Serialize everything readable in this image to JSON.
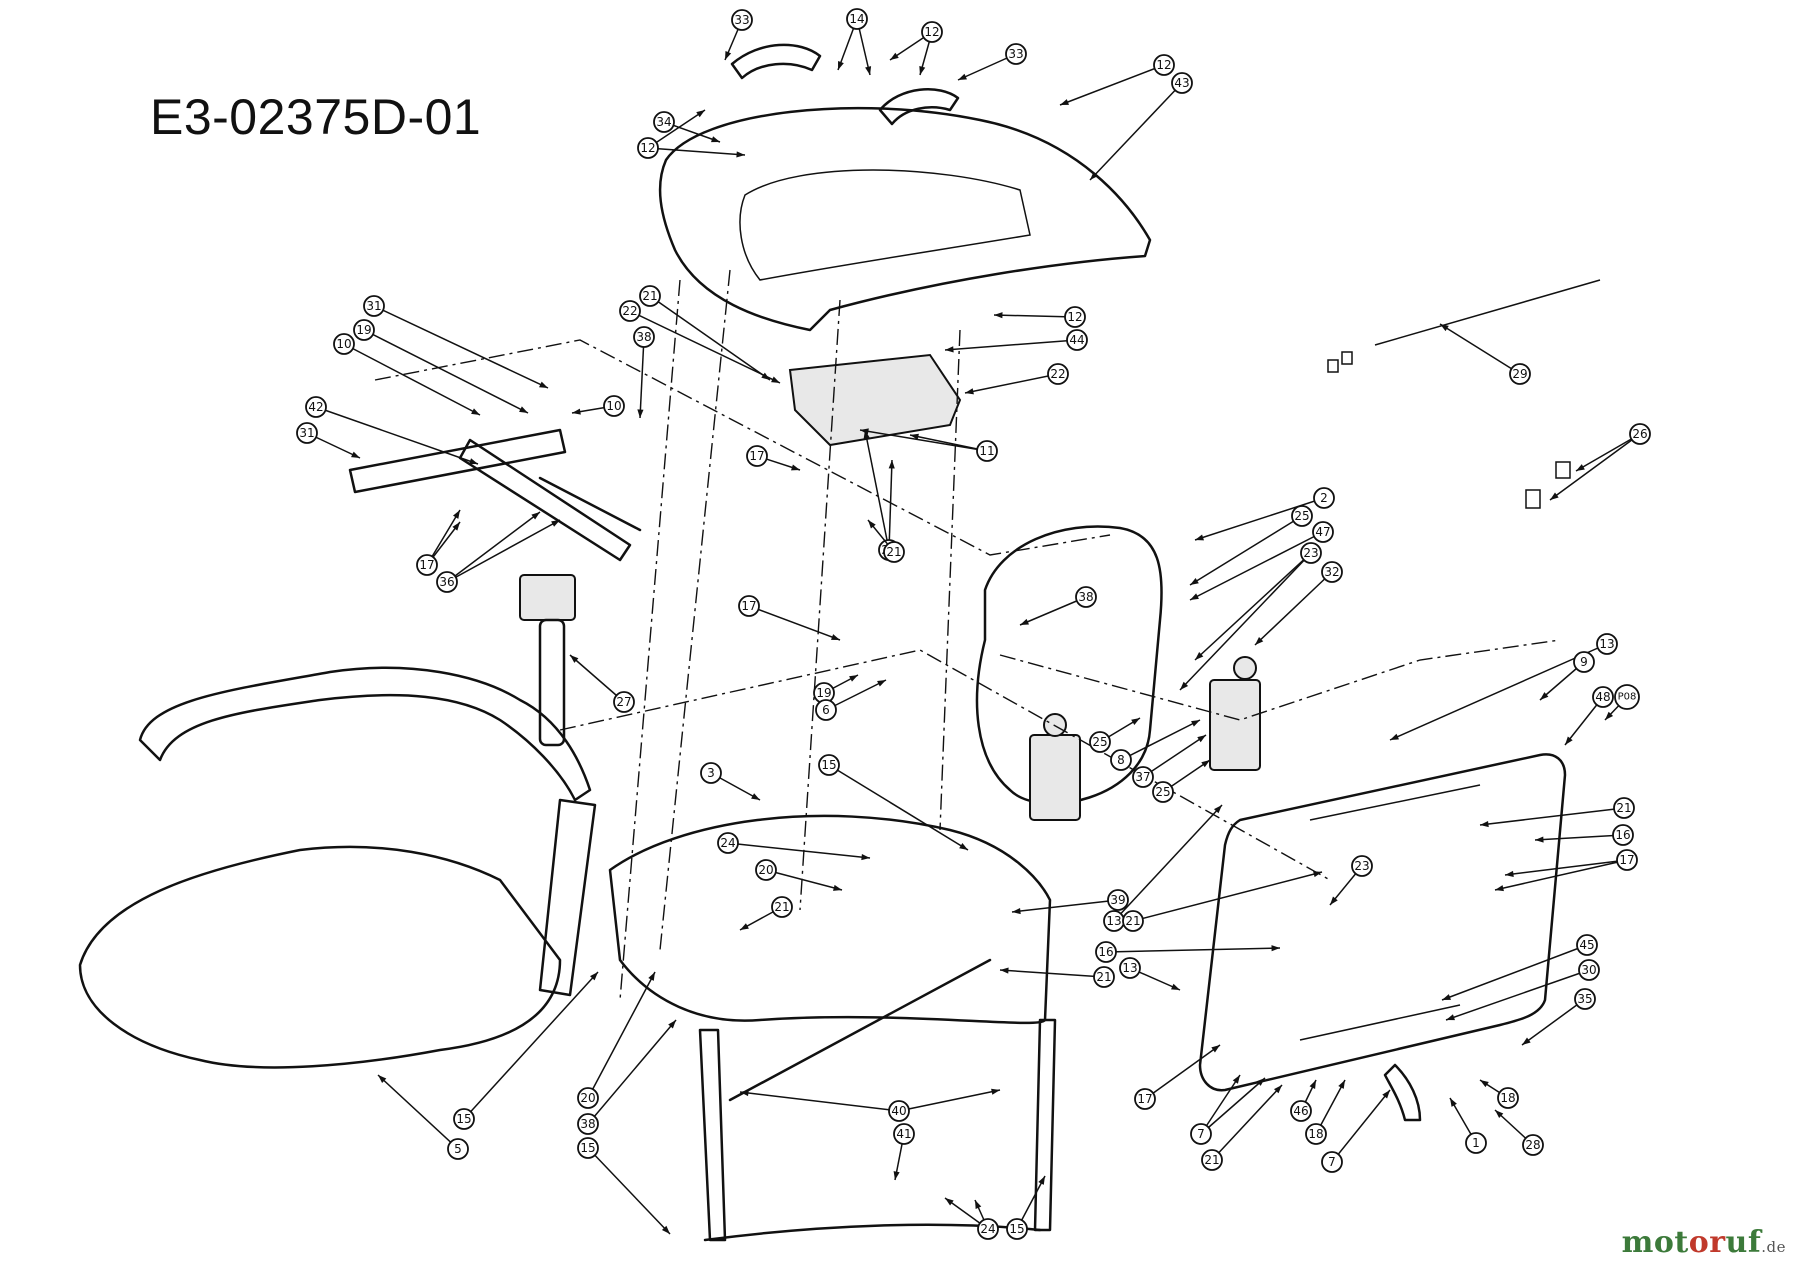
{
  "diagram": {
    "title": "E3-02375D-01",
    "watermark": {
      "brand": "motoruf",
      "tld": ".de",
      "brand_colors": [
        "#3c7a3a",
        "#c0392b"
      ]
    },
    "callouts": [
      "33",
      "14",
      "12",
      "33",
      "12",
      "43",
      "34",
      "12",
      "21",
      "22",
      "38",
      "31",
      "19",
      "10",
      "10",
      "42",
      "31",
      "17",
      "36",
      "21",
      "12",
      "44",
      "22",
      "11",
      "17",
      "21",
      "2",
      "25",
      "47",
      "23",
      "32",
      "38",
      "17",
      "27",
      "19",
      "6",
      "15",
      "3",
      "25",
      "8",
      "37",
      "25",
      "13",
      "9",
      "48",
      "P08",
      "24",
      "20",
      "21",
      "39",
      "13",
      "21",
      "16",
      "13",
      "21",
      "23",
      "21",
      "16",
      "17",
      "45",
      "30",
      "35",
      "18",
      "28",
      "1",
      "46",
      "18",
      "7",
      "7",
      "21",
      "17",
      "15",
      "20",
      "38",
      "15",
      "40",
      "41",
      "24",
      "15",
      "5",
      "29",
      "26"
    ]
  }
}
